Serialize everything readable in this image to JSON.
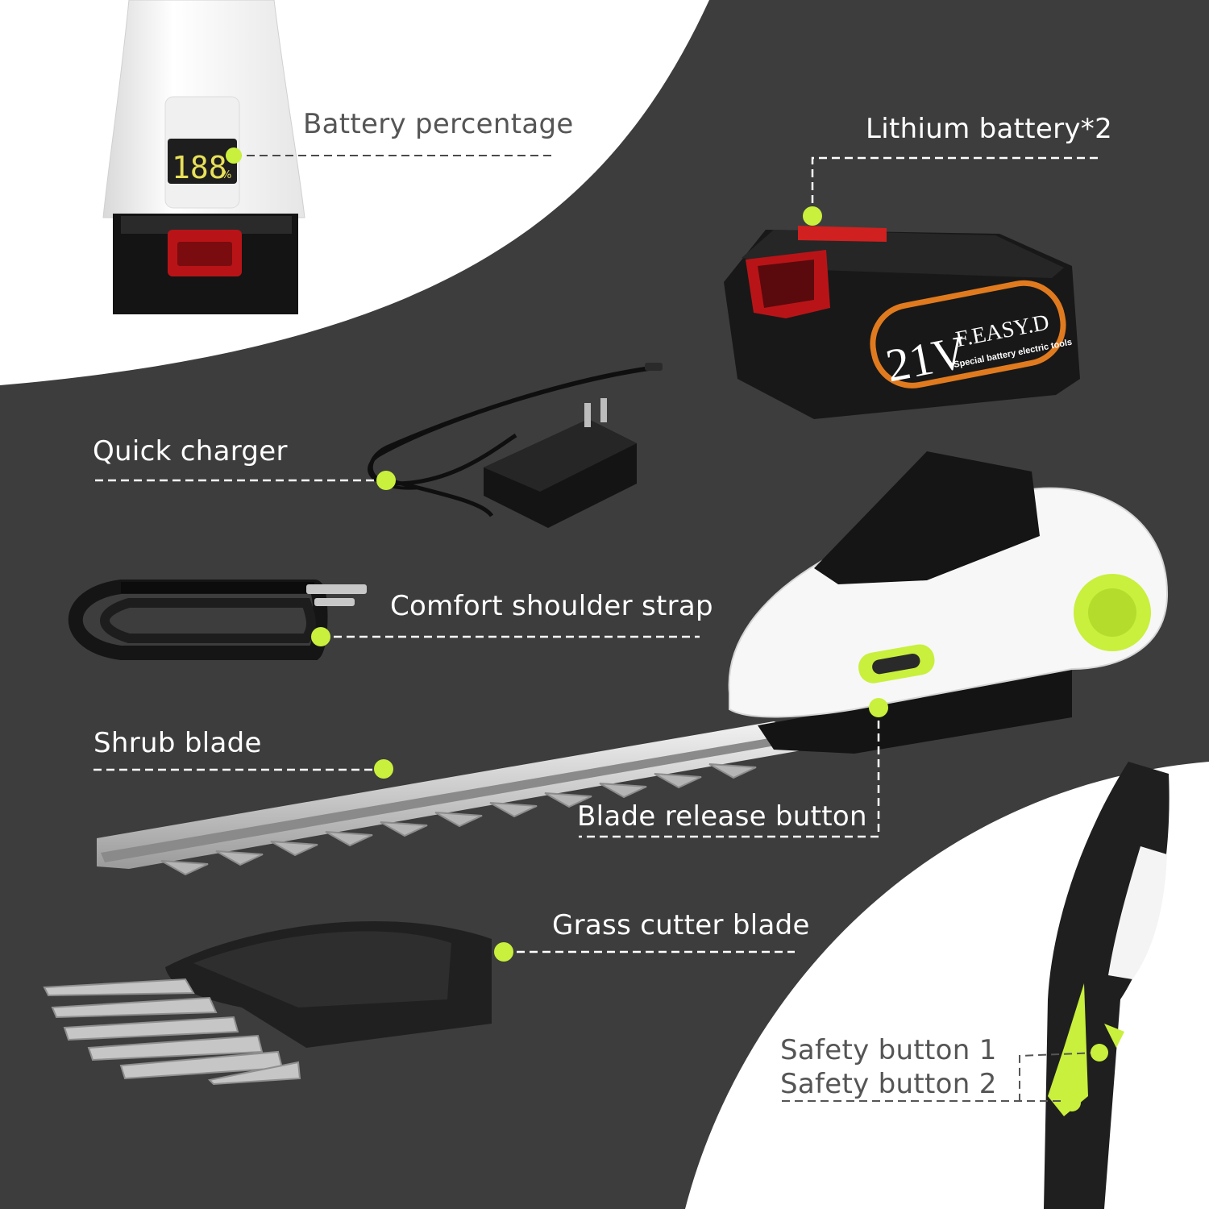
{
  "accent": "#c8f03c",
  "battery_display": {
    "digits": "188",
    "unit": "%"
  },
  "battery_brand": {
    "voltage": "21V",
    "brand": "F.EASY.D",
    "tagline": "Special battery electric tools"
  },
  "labels": {
    "battery_percentage": "Battery percentage",
    "lithium_battery": "Lithium battery*2",
    "quick_charger": "Quick charger",
    "shoulder_strap": "Comfort shoulder strap",
    "shrub_blade": "Shrub blade",
    "blade_release": "Blade release button",
    "grass_blade": "Grass cutter blade",
    "safety_1": "Safety button 1",
    "safety_2": "Safety button 2"
  }
}
